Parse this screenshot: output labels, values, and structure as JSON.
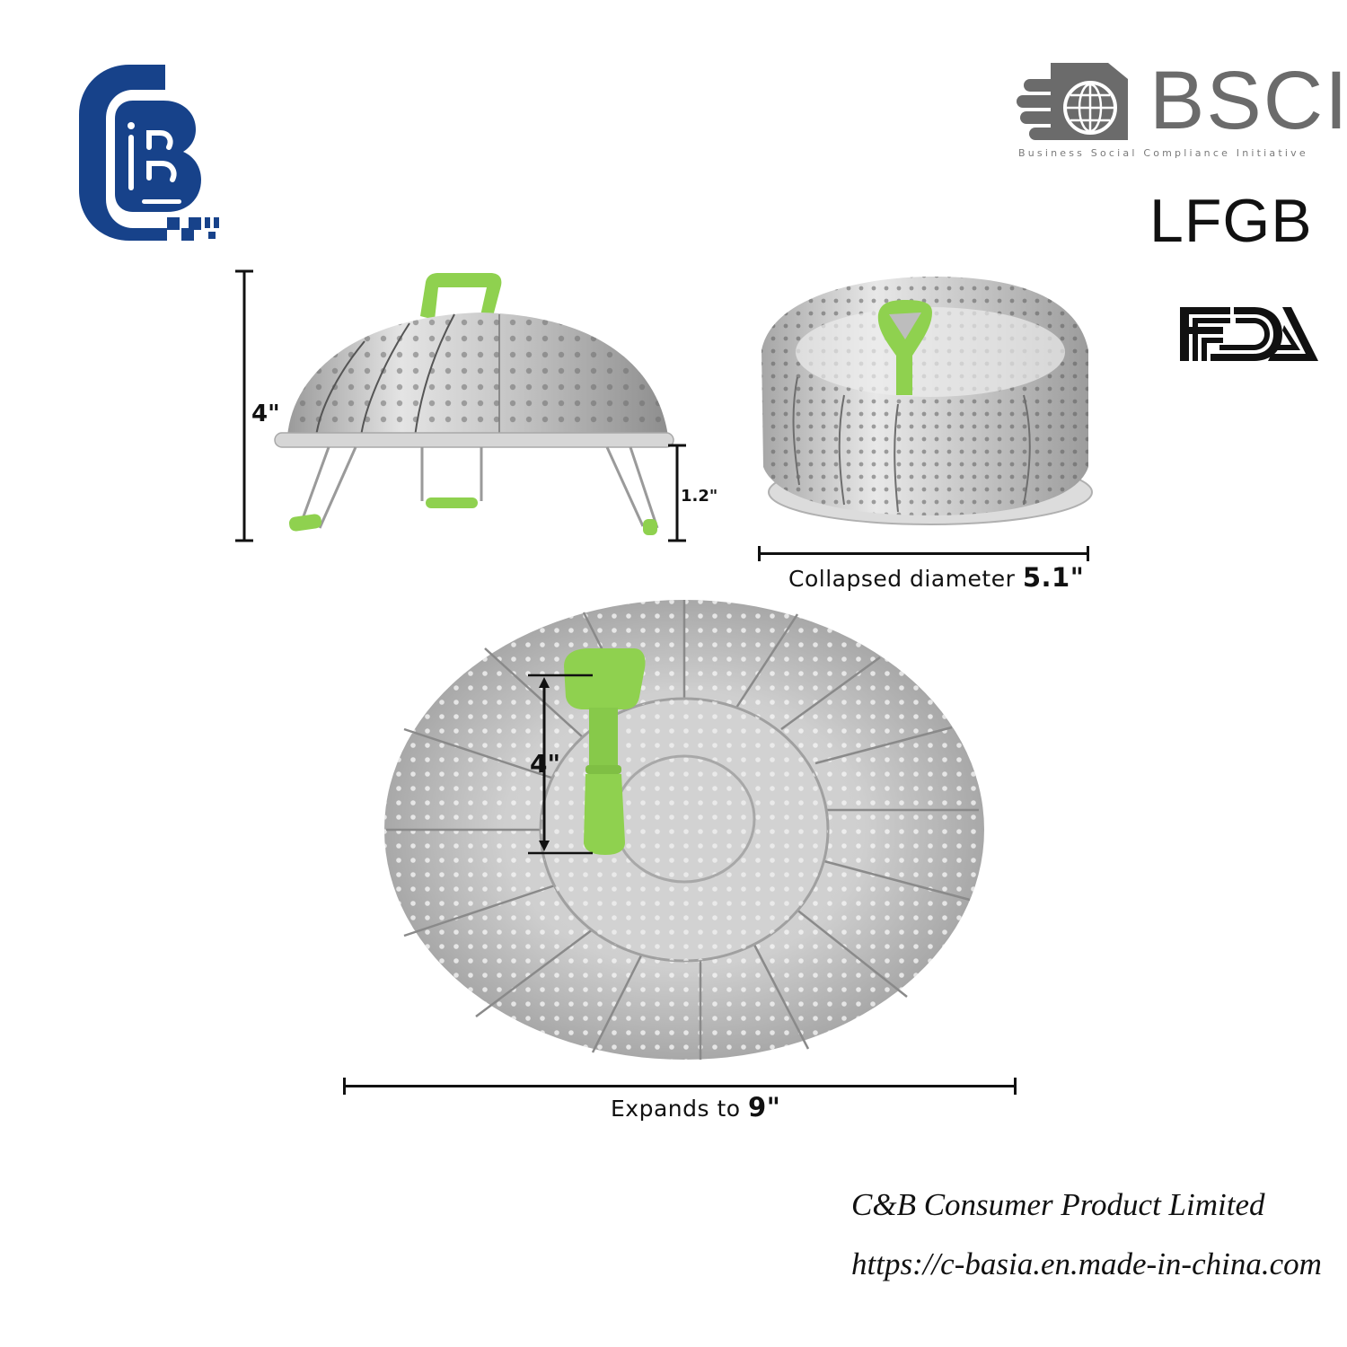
{
  "brand": {
    "logo_name": "C&B logo",
    "logo_color": "#17428a"
  },
  "certifications": {
    "bsci": {
      "title": "BSCI",
      "subtitle": "Business Social Compliance Initiative",
      "color": "#6b6b6b"
    },
    "lfgb": {
      "title": "LFGB"
    },
    "fda": {
      "title": "FDA"
    }
  },
  "product": {
    "name": "Collapsible stainless steel vegetable steamer basket",
    "accent_color": "#8fd14f",
    "metal_color": "#c8c8c8"
  },
  "dimensions": {
    "side_view": {
      "height_label": "4\"",
      "leg_height_label": "1.2\""
    },
    "collapsed_view": {
      "caption_prefix": "Collapsed diameter ",
      "caption_value": "5.1\""
    },
    "expanded_view": {
      "handle_height_label": "4\"",
      "caption_prefix": "Expands to ",
      "caption_value": "9\""
    }
  },
  "footer": {
    "company": "C&B Consumer Product Limited",
    "url": "https://c-basia.en.made-in-china.com"
  }
}
